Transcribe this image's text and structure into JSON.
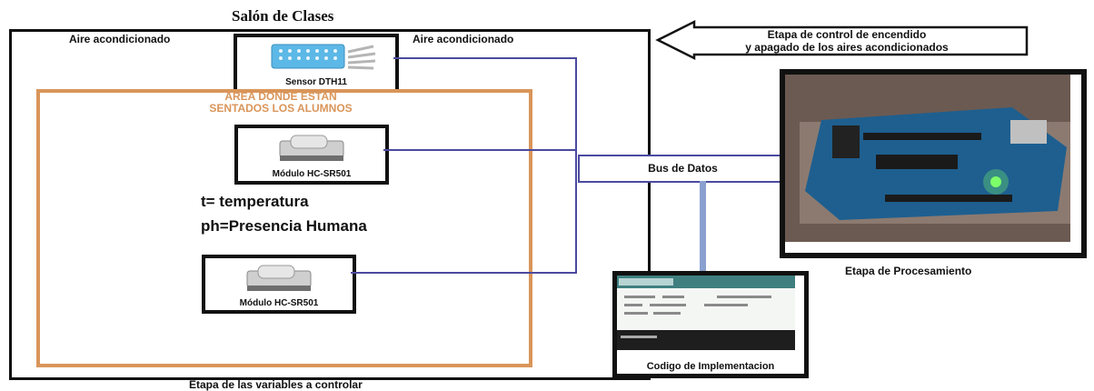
{
  "title": "Salón de Clases",
  "labels": {
    "ac_left": "Aire acondicionado",
    "ac_right": "Aire acondicionado",
    "area_line1": "AREA DONDE ESTAN",
    "area_line2": "SENTADOS LOS ALUMNOS",
    "legend_t": "t= temperatura",
    "legend_ph": "ph=Presencia Humana",
    "bus": "Bus de Datos",
    "control_line1": "Etapa de control de encendido",
    "control_line2": "y apagado de los aires acondicionados",
    "processing": "Etapa de Procesamiento",
    "variables": "Etapa de las variables a controlar"
  },
  "sensors": {
    "dht11": "Sensor DTH11",
    "pir1": "Módulo HC-SR501",
    "pir2": "Módulo HC-SR501"
  },
  "code_caption": "Codigo de Implementacion",
  "colors": {
    "wire": "#4b4aa0",
    "area_border": "#d9955a",
    "bus_connector": "#8aa0cf"
  }
}
